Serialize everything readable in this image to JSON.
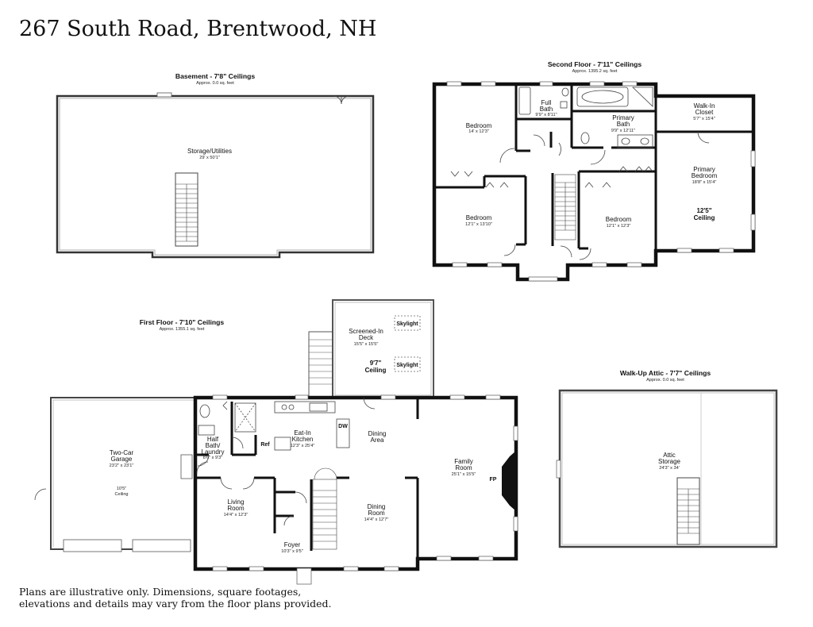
{
  "title": "267 South Road, Brentwood, NH",
  "disclaimer": [
    "Plans are illustrative only. Dimensions, square footages,",
    "elevations and details may vary from the floor plans provided."
  ],
  "basement": {
    "title": "Basement - 7'8\" Ceilings",
    "sub": "Approx. 0.0 sq. feet",
    "rooms": [
      {
        "name": "Storage/Utilities",
        "dims": "29' x 50'1\""
      }
    ]
  },
  "second_floor": {
    "title": "Second Floor - 7'11\" Ceilings",
    "sub": "Approx. 1395.2 sq. feet",
    "rooms": {
      "bedroom_nw": {
        "name": "Bedroom",
        "dims": "14' x 12'3\""
      },
      "full_bath": {
        "name1": "Full",
        "name2": "Bath",
        "dims": "9'9\" x 8'11\""
      },
      "primary_bath": {
        "name1": "Primary",
        "name2": "Bath",
        "dims": "9'9\" x 12'11\""
      },
      "walk_in": {
        "name1": "Walk-In",
        "name2": "Closet",
        "dims": "5'7\" x 15'4\""
      },
      "primary_bedroom": {
        "name1": "Primary",
        "name2": "Bedroom",
        "dims": "18'8\" x 15'4\"",
        "ceiling1": "12'5\"",
        "ceiling2": "Ceiling"
      },
      "bedroom_sw": {
        "name": "Bedroom",
        "dims": "12'1\" x 13'10\""
      },
      "bedroom_se": {
        "name": "Bedroom",
        "dims": "12'1\" x 12'3\""
      }
    }
  },
  "first_floor": {
    "title": "First Floor - 7'10\" Ceilings",
    "sub": "Approx. 1355.1 sq. feet",
    "rooms": {
      "deck": {
        "name1": "Screened-In",
        "name2": "Deck",
        "dims": "15'5\" x 15'5\"",
        "ceiling1": "9'7\"",
        "ceiling2": "Ceiling",
        "skylight": "Skylight"
      },
      "half_bath": {
        "name1": "Half",
        "name2": "Bath/",
        "name3": "Laundry",
        "dims": "8'6\" x 9'3\""
      },
      "kitchen": {
        "name1": "Eat-In",
        "name2": "Kitchen",
        "dims": "12'3\" x 25'4\""
      },
      "dw": "DW",
      "ref": "Ref",
      "dining_area": {
        "name1": "Dining",
        "name2": "Area"
      },
      "family_room": {
        "name1": "Family",
        "name2": "Room",
        "dims": "25'1\" x 15'5\""
      },
      "fp": "FP",
      "garage": {
        "name1": "Two-Car",
        "name2": "Garage",
        "dims": "23'2\" x 23'1\"",
        "ceiling1": "10'5\"",
        "ceiling2": "Ceiling"
      },
      "living_room": {
        "name1": "Living",
        "name2": "Room",
        "dims": "14'4\" x 12'3\""
      },
      "dining_room": {
        "name1": "Dining",
        "name2": "Room",
        "dims": "14'4\" x 12'7\""
      },
      "foyer": {
        "name": "Foyer",
        "dims": "10'3\" x 9'5\""
      }
    }
  },
  "attic": {
    "title": "Walk-Up Attic - 7'7\" Ceilings",
    "sub": "Approx. 0.0 sq. feet",
    "rooms": [
      {
        "name1": "Attic",
        "name2": "Storage",
        "dims": "24'3\" x 34'"
      }
    ]
  }
}
